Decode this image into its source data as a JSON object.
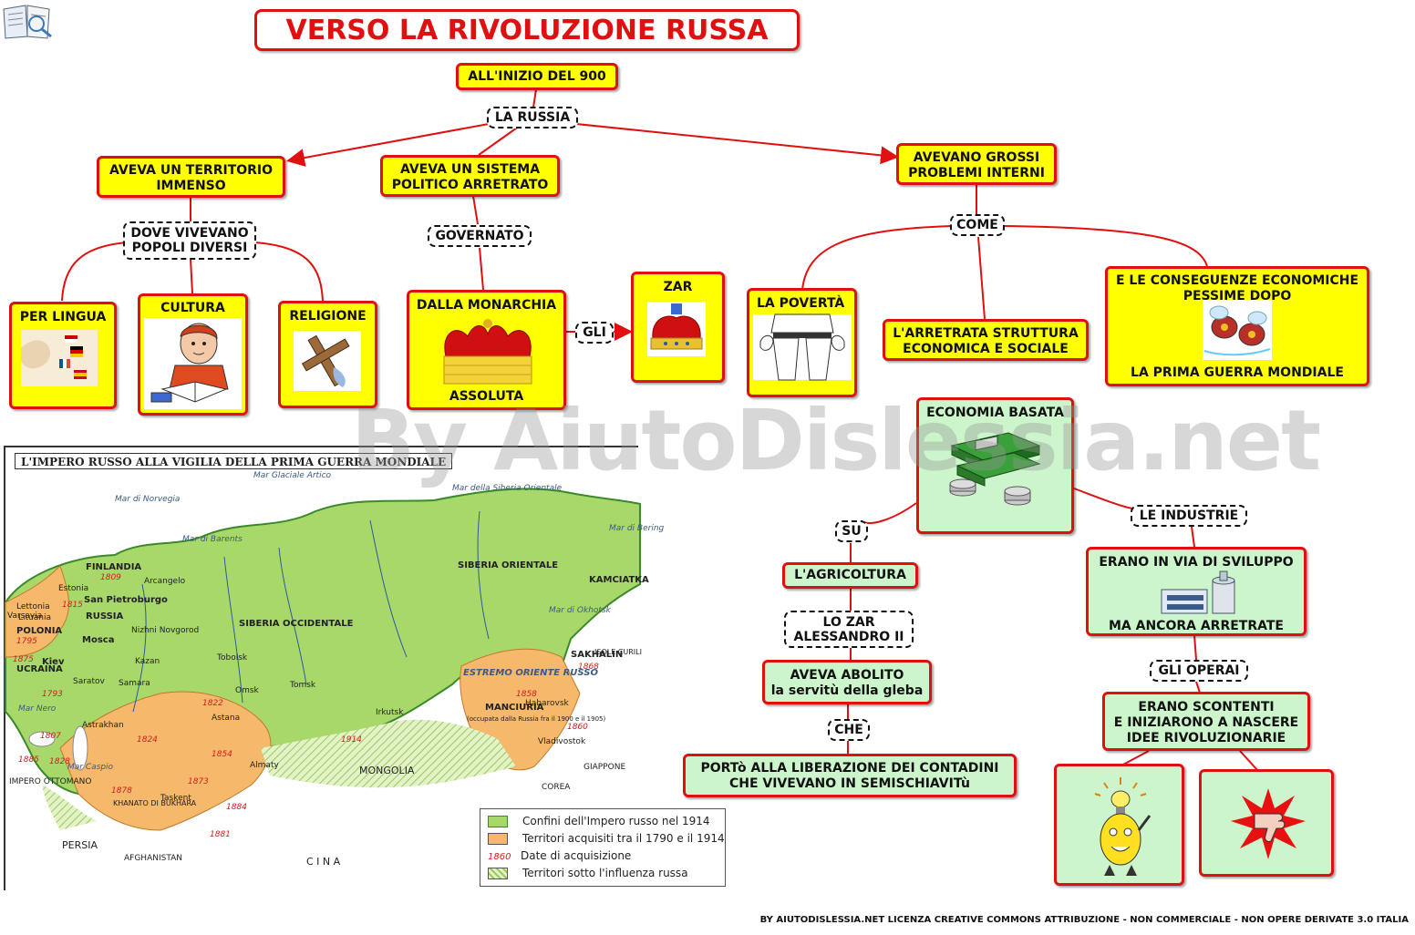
{
  "title": "VERSO LA RIVOLUZIONE RUSSA",
  "watermark": "By AiutoDislessia.net",
  "footer": "BY AIUTODISLESSIA.NET LICENZA CREATIVE COMMONS ATTRIBUZIONE - NON COMMERCIALE - NON OPERE DERIVATE 3.0 ITALIA",
  "colors": {
    "border": "#e01010",
    "yellow": "#ffff00",
    "green": "#ccf5cc",
    "line": "#e01010"
  },
  "nodes": {
    "inizio": "ALL'INIZIO DEL 900",
    "territorio": [
      "AVEVA UN TERRITORIO",
      "IMMENSO"
    ],
    "sistema": [
      "AVEVA UN SISTEMA",
      "POLITICO ARRETRATO"
    ],
    "problemi": [
      "AVEVANO GROSSI",
      "PROBLEMI INTERNI"
    ],
    "lingua": "PER LINGUA",
    "cultura": "CULTURA",
    "religione": "RELIGIONE",
    "monarchia_top": "DALLA MONARCHIA",
    "monarchia_bottom": "ASSOLUTA",
    "zar": "ZAR",
    "poverta": "LA POVERTÀ",
    "struttura": [
      "L'ARRETRATA STRUTTURA",
      "ECONOMICA E SOCIALE"
    ],
    "conseguenze_top": [
      "E LE CONSEGUENZE ECONOMICHE",
      "PESSIME DOPO"
    ],
    "conseguenze_bottom": "LA PRIMA GUERRA MONDIALE",
    "economia": "ECONOMIA BASATA",
    "agricoltura": "L'AGRICOLTURA",
    "abolito": [
      "AVEVA ABOLITO",
      "la servitù della gleba"
    ],
    "liberazione": [
      "PORTò ALLA LIBERAZIONE DEI CONTADINI",
      "CHE VIVEVANO IN SEMISCHIAVITù"
    ],
    "sviluppo_top": "ERANO IN VIA DI SVILUPPO",
    "sviluppo_bottom": "MA ANCORA ARRETRATE",
    "scontenti": [
      "ERANO SCONTENTI",
      "E INIZIARONO A NASCERE",
      "IDEE RIVOLUZIONARIE"
    ]
  },
  "labels": {
    "russia": "LA RUSSIA",
    "dove": [
      "DOVE VIVEVANO",
      "POPOLI DIVERSI"
    ],
    "governato": "GOVERNATO",
    "come": "COME",
    "gli": "GLI",
    "su": "SU",
    "industrie": "LE INDUSTRIE",
    "lozar": [
      "LO ZAR",
      "ALESSANDRO II"
    ],
    "che": "CHE",
    "operai": "GLI OPERAI"
  },
  "map": {
    "title": "L'IMPERO RUSSO ALLA VIGILIA DELLA PRIMA GUERRA MONDIALE",
    "places": [
      "Mar Glaciale Artico",
      "Mar di Norvegia",
      "Mar di Barents",
      "Mar della Siberia Orientale",
      "Mar di Bering",
      "FINLANDIA",
      "Estonia",
      "Lettonia",
      "Lituania",
      "Varsavia",
      "POLONIA",
      "San Pietroburgo",
      "Arcangelo",
      "RUSSIA",
      "Mosca",
      "Nizhni Novgorod",
      "Kazan",
      "Kiev",
      "UCRAINA",
      "Saratov",
      "Samara",
      "Astrakhan",
      "Mar Nero",
      "Mar Caspio",
      "IMPERO OTTOMANO",
      "PERSIA",
      "AFGHANISTAN",
      "SIBERIA OCCIDENTALE",
      "SIBERIA ORIENTALE",
      "Tobolsk",
      "Omsk",
      "Tomsk",
      "Astana",
      "Irkutsk",
      "Almaty",
      "Taskent",
      "KHANATO DI BUKHARA",
      "MONGOLIA",
      "C I N A",
      "ESTREMO ORIENTE RUSSO",
      "MANCIURIA",
      "(occupata dalla Russia fra il 1900 e il 1905)",
      "Habarovsk",
      "Vladivostok",
      "SAKHALIN",
      "KAMCIATKA",
      "Mar di Okhotsk",
      "COREA",
      "GIAPPONE",
      "ISOLE CURILI"
    ],
    "dates": [
      "1809",
      "1815",
      "1795",
      "1793",
      "1807",
      "1828",
      "1878",
      "1824",
      "1822",
      "1854",
      "1873",
      "1884",
      "1868",
      "1881",
      "1914",
      "1858",
      "1860",
      "1885",
      "1875"
    ],
    "legend": [
      {
        "color": "#a8d86a",
        "text": "Confini dell'Impero russo nel 1914"
      },
      {
        "color": "#f6b86a",
        "text": "Territori acquisiti tra il 1790 e il 1914"
      },
      {
        "color": "",
        "date": "1860",
        "text": "Date di acquisizione"
      },
      {
        "color": "hatch",
        "text": "Territori sotto l'influenza russa"
      }
    ]
  }
}
